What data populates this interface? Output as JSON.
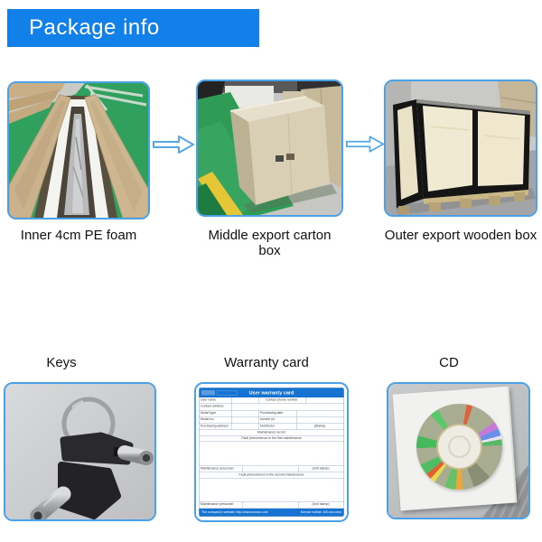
{
  "header": {
    "title": "Package info"
  },
  "colors": {
    "banner-blue": "#1280E9",
    "frame-blue": "#4BA1E8",
    "arrow-blue": "#55A6E3",
    "card-blue": "#1673D2",
    "floor-green": "#2E9C55"
  },
  "packaging_steps": [
    {
      "caption": "Inner 4cm PE foam",
      "photo_icon": "foam-in-carton-photo"
    },
    {
      "caption": "Middle export carton box",
      "photo_icon": "carton-box-photo"
    },
    {
      "caption": "Outer export wooden box",
      "photo_icon": "wooden-crate-photo"
    }
  ],
  "accessories": [
    {
      "caption": "Keys",
      "photo_icon": "keys-photo"
    },
    {
      "caption": "Warranty card",
      "photo_icon": "warranty-card-photo"
    },
    {
      "caption": "CD",
      "photo_icon": "cd-photo"
    }
  ],
  "warranty_card": {
    "title": "User warranty card",
    "fields": {
      "user_name": "User name",
      "contact_phone": "Contact phone number",
      "contact_address": "Contact address",
      "model_type": "Model type",
      "purchasing_date": "Purchasing date",
      "model_no": "Model no.",
      "invoice_no": "Invoice no.",
      "purchasing_address": "Purchasing address",
      "distributor": "Distributor",
      "stamp": "(Stamp)",
      "maintenance_record": "Maintenance record",
      "first_fault": "Fault phenomenon in the first maintenance",
      "maintenance_personnel": "Maintenance personnel",
      "unit_stamp": "(Unit stamp)",
      "second_fault": "Fault phenomenon in the second maintenance"
    },
    "footer_left": "The company's website: http://www.xxxxxx.com",
    "footer_right": "Service hotline: 400-xxx-xxxx"
  }
}
